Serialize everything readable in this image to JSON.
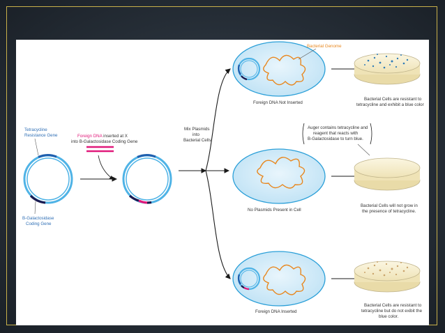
{
  "colors": {
    "background": "#2b333c",
    "frame": "#c9b14a",
    "panel": "#ffffff",
    "cell_fill": "#cfe9f7",
    "cell_border": "#2a9fd8",
    "plasmid": "#4fb3e6",
    "tetracycline_gene": "#1f5fae",
    "foreign_dna": "#e0197a",
    "galactosidase_gene": "#1a1a50",
    "genome": "#e8871e",
    "dish": "#f7efd0",
    "blue_colony": "#2d7bb8",
    "tan_colony": "#c9a36a"
  },
  "labels": {
    "tetracycline": [
      "Tetracycline",
      "Resistance Gene"
    ],
    "galactosidase": [
      "B-Galactosidase",
      "Coding Gene"
    ],
    "foreign_insert_prefix": "Foreign DNA",
    "foreign_insert_suffix": " inserted at X",
    "foreign_insert_line2": "into B-Galactosidase Coding Gene",
    "mix": [
      "Mix Plasmids",
      "into",
      "Bacterial Cells"
    ],
    "bacterial_genome": "Bacterial Genome",
    "cell_top": "Foreign DNA Not Inserted",
    "cell_mid": "No Plasmids Present in Cell",
    "cell_bottom": "Foreign DNA Inserted",
    "auger": [
      "Auger contains tetracycline and",
      "reagent that reacts with",
      "B-Galactosidase to turn blue."
    ],
    "result_top": [
      "Bacterial Cells are resistant to",
      "tetracycline and exhibit a blue color"
    ],
    "result_mid": [
      "Bacterial Cells will not grow in",
      "the presence of tetracycline."
    ],
    "result_bottom": [
      "Bacterial Cells are resistant to",
      "tetracycline but do not exibit the",
      "blue color."
    ]
  },
  "icons": [
    "plasmid-ring",
    "bacterial-cell",
    "petri-dish",
    "arrow"
  ]
}
